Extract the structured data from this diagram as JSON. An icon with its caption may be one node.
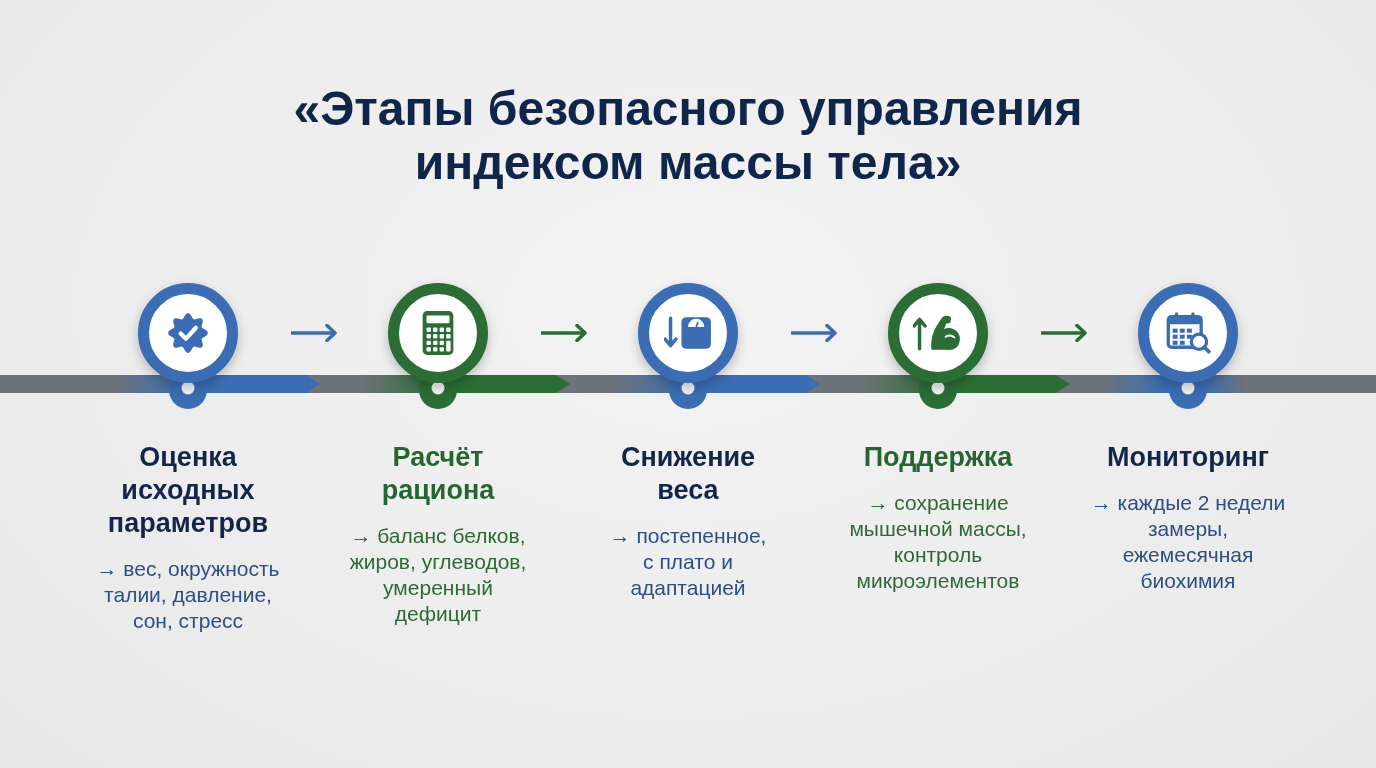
{
  "diagram": {
    "title": "«Этапы безопасного управления индексом массы тела»",
    "nodes": [
      {
        "text": [
          "Оценка исходных параметров",
          "→ вес, окружность талии, давление, сон, стресс"
        ]
      },
      {
        "text": [
          "Расчёт рациона",
          "→ баланс белков, жиров, углеводов, умеренный дефицит"
        ]
      },
      {
        "text": [
          "Снижение веса",
          "→ постепенное, с плато и адаптацией"
        ]
      },
      {
        "text": [
          "Поддержка",
          "→ сохранение мышечной массы, контроль микроэлементов"
        ]
      },
      {
        "text": [
          "Мониторинг",
          "→ каждые 2 недели замеры, ежемесячная биохимия"
        ]
      }
    ],
    "edges": [
      {
        "from": 0,
        "to": 1,
        "arrow": "to"
      },
      {
        "from": 1,
        "to": 2,
        "arrow": "to",
        "color": "#2b6e35"
      },
      {
        "from": 2,
        "to": 3,
        "arrow": "to"
      },
      {
        "from": 3,
        "to": 4,
        "arrow": "to",
        "color": "#2b6e35"
      }
    ]
  }
}
